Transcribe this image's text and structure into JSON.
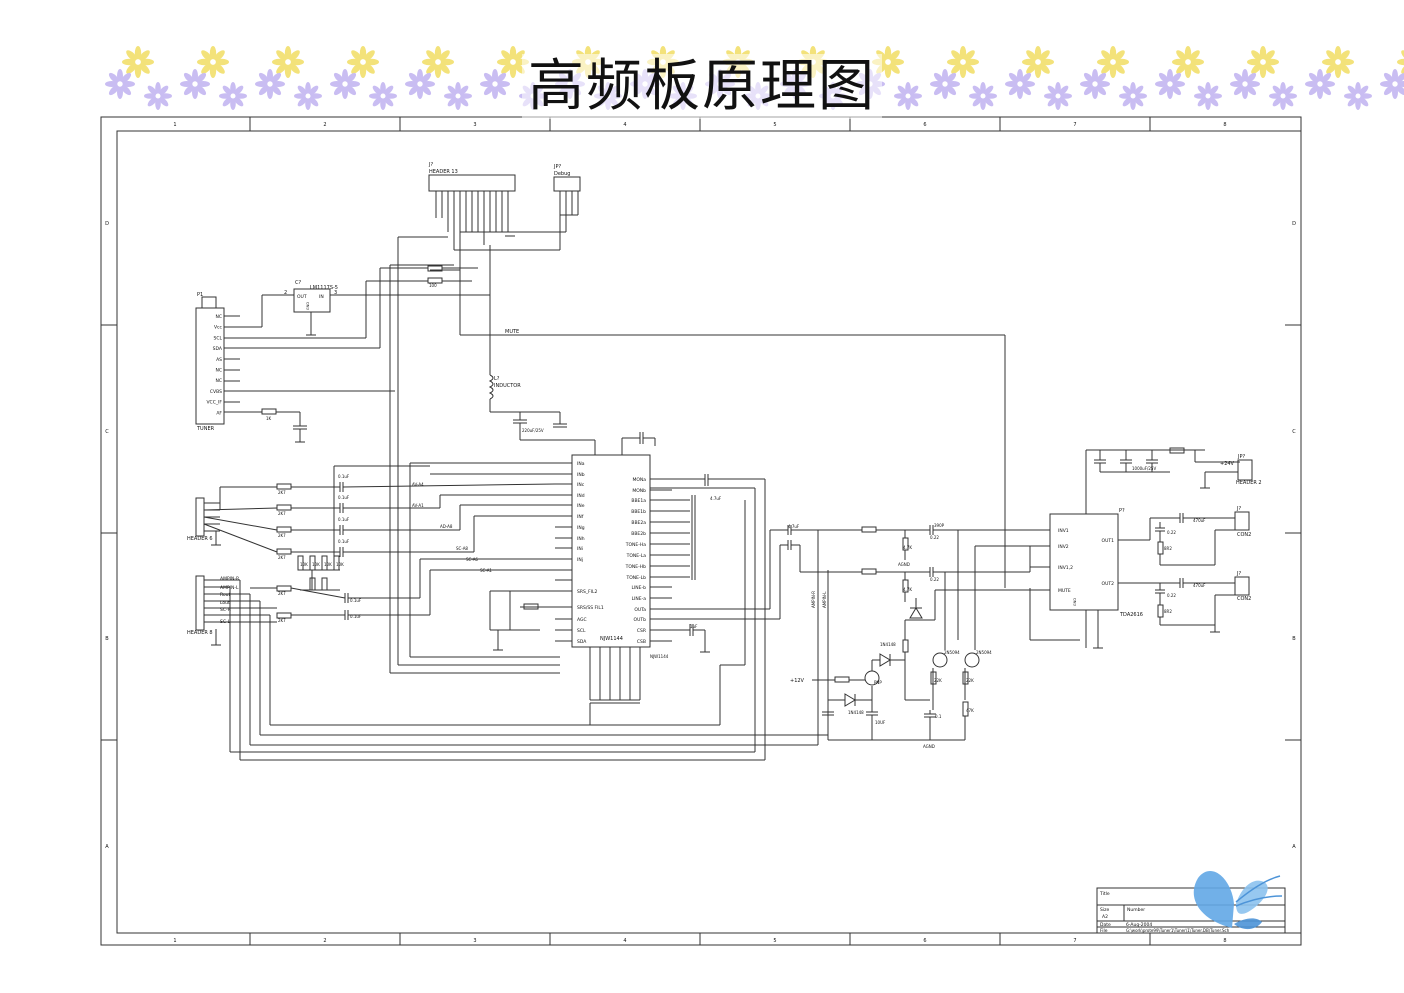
{
  "slide": {
    "title": "高频板原理图"
  },
  "frame": {
    "columns": [
      "1",
      "2",
      "3",
      "4",
      "5",
      "6",
      "7",
      "8"
    ],
    "rows": [
      "D",
      "C",
      "B",
      "A"
    ]
  },
  "parts": {
    "tuner": {
      "ref": "P1",
      "name": "TUNER",
      "pins": [
        "NC",
        "Vcc",
        "SCL",
        "SDA",
        "AS",
        "NC",
        "NC",
        "CVBS",
        "VCC_IF",
        "AF"
      ]
    },
    "header13": {
      "ref": "J?",
      "name": "HEADER 13"
    },
    "header5": {
      "ref": "JP?",
      "name": "Debug"
    },
    "regulator": {
      "ref": "C?",
      "name": "LM1117S-5",
      "pin_out": "OUT",
      "pin_in": "IN",
      "pin_gnd": "GND",
      "pin2": "2",
      "pin3": "3"
    },
    "inductor": {
      "ref": "L?",
      "name": "INDUCTOR"
    },
    "mute_net": "MUTE",
    "main_ic": {
      "ref": "NJW1144",
      "name": "NJW1144",
      "left_pins": [
        "INa",
        "INb",
        "INc",
        "INd",
        "INe",
        "INf",
        "INg",
        "INh",
        "INi",
        "INj",
        "SRS_FIL2",
        "SRS/SS FIL1",
        "AGC",
        "SCL",
        "SDA"
      ],
      "right_pins": [
        "MONa",
        "MONb",
        "BBE1a",
        "BBE1b",
        "BBE2a",
        "BBE2b",
        "TONE-Ha",
        "TONE-La",
        "TONE-Hb",
        "TONE-Lb",
        "LINE-b",
        "LINE-a",
        "OUTa",
        "OUTb",
        "CSR",
        "CSB"
      ]
    },
    "header6": {
      "name": "HEADER 6"
    },
    "header8": {
      "name": "HEADER 8",
      "pins": [
        "AMPIN-R",
        "AMPIN-L",
        "Rout",
        "Lout",
        "SC-R",
        "SC-L"
      ]
    },
    "amp": {
      "ref": "P?",
      "name": "TDA2616",
      "pins": [
        "INV1",
        "INV2",
        "INV1,2",
        "MUTE",
        "OUT1",
        "OUT2",
        "GND"
      ]
    },
    "power_header": {
      "ref": "JP?",
      "name": "HEADER 2",
      "net": "+24V"
    },
    "con1": {
      "ref": "J?",
      "name": "CON2"
    },
    "con2": {
      "ref": "J?",
      "name": "CON2"
    },
    "net_12v": "+12V",
    "agnd": "AGND",
    "nets": [
      "AV-A4",
      "AV-A1",
      "AD-A8",
      "SC-A8",
      "SC-A6",
      "SC-A1",
      "AMPIN-R",
      "AMPIN-L"
    ],
    "values": [
      "2K7",
      "10K",
      "0.1uF",
      "0.22",
      "470uF",
      "8R2",
      "1K",
      "100",
      "220uF/25V",
      "1000uF/25V",
      "4.7uF",
      "1N4148",
      "2N5094",
      "PNP",
      "47K",
      "22K",
      "0.1",
      "10UF",
      "4.7K",
      "1uF",
      "390P"
    ]
  },
  "titleblock": {
    "title_label": "Title",
    "size_label": "Size",
    "size_value": "A2",
    "number_label": "Number",
    "date_label": "Date",
    "date_value": "6-Aug-2004",
    "file_label": "File",
    "file_value": "G:\\work\\prote99\\Tuner1\\Tuner\\1\\Tuner.DB\\Tuner.Sch"
  },
  "colors": {
    "line": "#333333",
    "flower_purple": "#c9bdf2",
    "flower_yellow": "#f3e27a",
    "butterfly": "#62a8e6"
  }
}
